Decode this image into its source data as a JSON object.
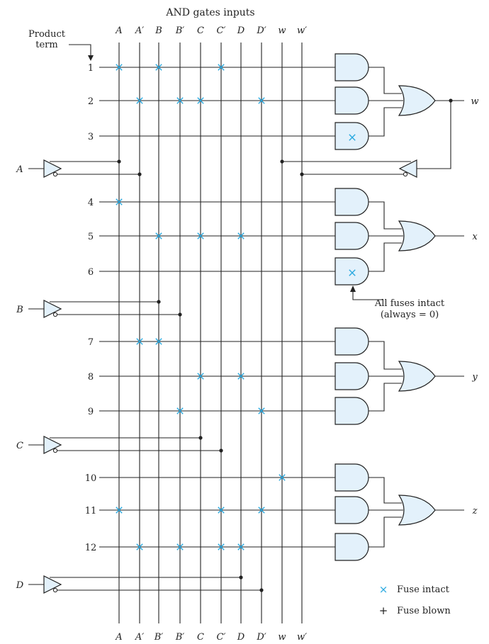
{
  "header": {
    "title": "AND gates inputs",
    "product_term_label": [
      "Product",
      "term"
    ]
  },
  "column_labels": [
    "A",
    "A′",
    "B",
    "B′",
    "C",
    "C′",
    "D",
    "D′",
    "w",
    "w′"
  ],
  "bottom_labels": [
    "A",
    "A′",
    "B′",
    "B′",
    "C",
    "C′",
    "D",
    "D′",
    "w",
    "w′"
  ],
  "inputs": [
    "A",
    "B",
    "C",
    "D"
  ],
  "outputs": [
    "w",
    "x",
    "y",
    "z"
  ],
  "product_terms": [
    {
      "num": "1",
      "fuses": [
        0,
        2,
        5
      ]
    },
    {
      "num": "2",
      "fuses": [
        1,
        3,
        4,
        7
      ]
    },
    {
      "num": "3",
      "fuses": [],
      "gate_x": true
    },
    {
      "num": "4",
      "fuses": [
        0
      ]
    },
    {
      "num": "5",
      "fuses": [
        2,
        4,
        6
      ]
    },
    {
      "num": "6",
      "fuses": [],
      "gate_x": true
    },
    {
      "num": "7",
      "fuses": [
        1,
        2
      ]
    },
    {
      "num": "8",
      "fuses": [
        4,
        6
      ]
    },
    {
      "num": "9",
      "fuses": [
        3,
        7
      ]
    },
    {
      "num": "10",
      "fuses": [
        8
      ]
    },
    {
      "num": "11",
      "fuses": [
        0,
        5,
        7
      ]
    },
    {
      "num": "12",
      "fuses": [
        1,
        3,
        5,
        6
      ]
    }
  ],
  "annotation": {
    "line1": "All fuses intact",
    "line2": "(always = 0)"
  },
  "legend": {
    "intact_symbol": "×",
    "intact_label": "Fuse intact",
    "blown_symbol": "+",
    "blown_label": "Fuse blown"
  },
  "colors": {
    "line": "#222222",
    "fuse": "#29a9e0",
    "gate_fill": "#e3f1fb",
    "text": "#222222"
  }
}
